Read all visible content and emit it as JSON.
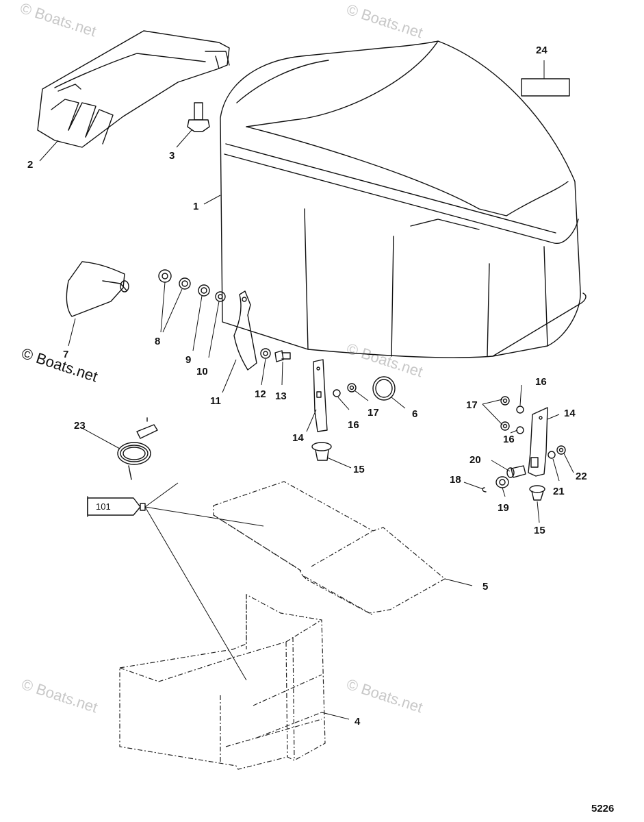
{
  "diagram": {
    "figure_number": "5226",
    "watermark_text": "© Boats.net",
    "sealant_tube_label": "101",
    "callouts": {
      "c1": "1",
      "c2": "2",
      "c3": "3",
      "c4": "4",
      "c5": "5",
      "c6": "6",
      "c7": "7",
      "c8": "8",
      "c9": "9",
      "c10": "10",
      "c11": "11",
      "c12": "12",
      "c13": "13",
      "c14a": "14",
      "c14b": "14",
      "c15a": "15",
      "c15b": "15",
      "c16a": "16",
      "c16b": "16",
      "c16c": "16",
      "c17a": "17",
      "c17b": "17",
      "c18": "18",
      "c19": "19",
      "c20": "20",
      "c21": "21",
      "c22": "22",
      "c23": "23",
      "c24": "24"
    }
  }
}
